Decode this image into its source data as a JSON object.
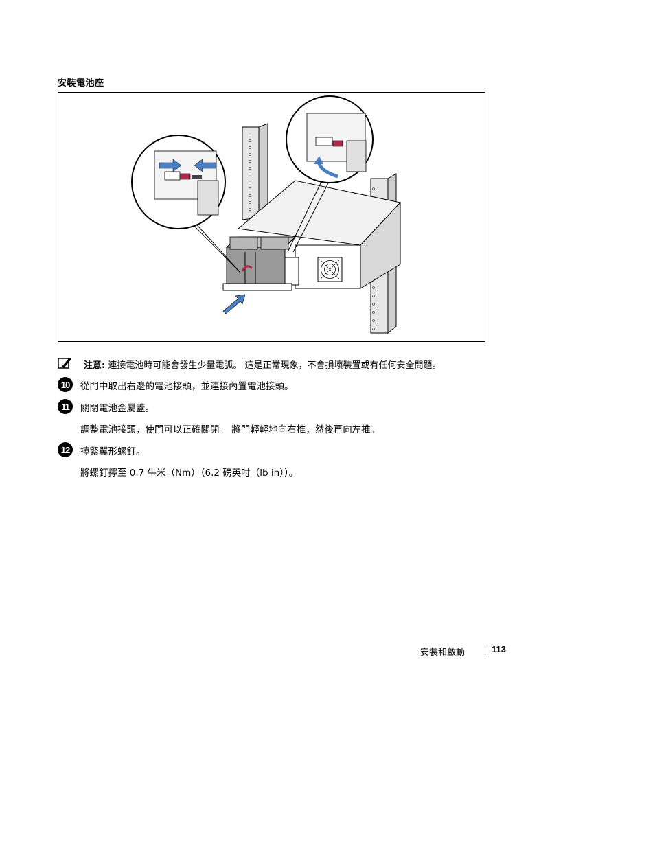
{
  "section": {
    "title": "安裝電池座"
  },
  "note": {
    "label": "注意:",
    "text": "連接電池時可能會發生少量電弧。 這是正常現象，不會損壞裝置或有任何安全問題。"
  },
  "steps": [
    {
      "number": "10",
      "text": "從門中取出右邊的電池接頭，並連接內置電池接頭。"
    },
    {
      "number": "11",
      "text": "關閉電池金屬蓋。",
      "detail": "調整電池接頭，使門可以正確關閉。 將門輕輕地向右推，然後再向左推。"
    },
    {
      "number": "12",
      "text": "擰緊翼形螺釘。",
      "detail": "將螺釘擰至 0.7 牛米（Nm）（6.2 磅英吋（lb in））。"
    }
  ],
  "footer": {
    "section": "安裝和啟動",
    "page": "113"
  },
  "colors": {
    "arrow": "#4a7fc1",
    "connector": "#b0284a",
    "rack": "#e4e4e4"
  }
}
